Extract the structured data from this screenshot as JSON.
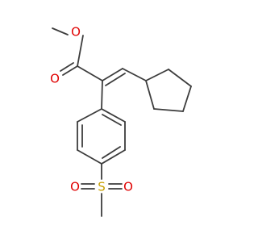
{
  "molecule": {
    "atoms": {
      "O_ether": {
        "symbol": "O",
        "color": "#e00000"
      },
      "O_carbonyl": {
        "symbol": "O",
        "color": "#e00000"
      },
      "S": {
        "symbol": "S",
        "color": "#c8a000"
      },
      "O_sulfonyl_left": {
        "symbol": "O",
        "color": "#e00000"
      },
      "O_sulfonyl_right": {
        "symbol": "O",
        "color": "#e00000"
      }
    },
    "bond_color": "#3c3c3c"
  }
}
